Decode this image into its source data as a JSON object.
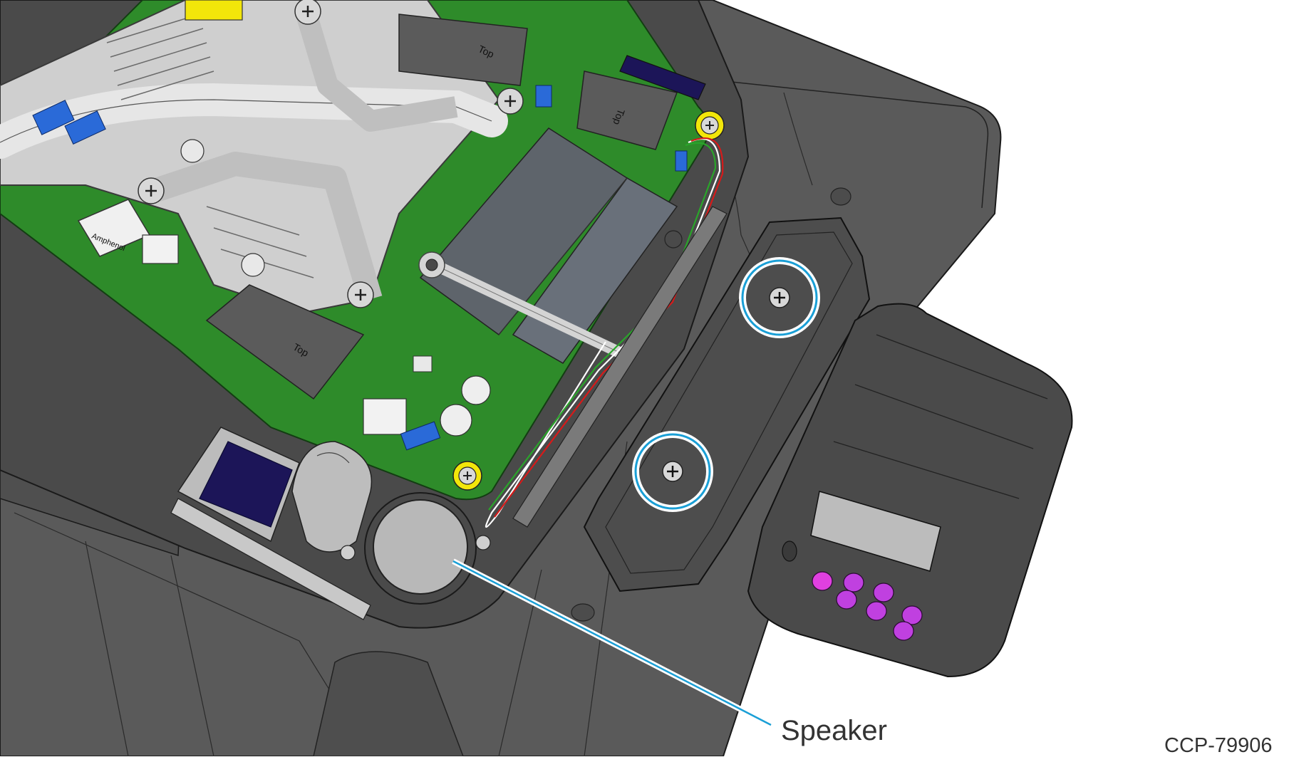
{
  "callouts": {
    "speaker": "Speaker"
  },
  "figure_id": "CCP-79906",
  "board_markings": {
    "module_top": "Top",
    "connector_brand": "Amphenol"
  },
  "colors": {
    "housing": "#5a5a5a",
    "housing_dark": "#4a4a4a",
    "pcb": "#2e8b2a",
    "heatsink": "#cfcfcf",
    "memory_module": "#5e646b",
    "callout_line": "#1a9fd6",
    "highlight_circle": "#1a9fd6",
    "ground_ring": "#f2e60a",
    "speaker_disc": "#b8b8b8",
    "keypad_buttons": "#c040e0",
    "connector_blue": "#2a6ad8",
    "ribbon": "#1c1558"
  },
  "highlighted_items": [
    "screw-upper",
    "screw-lower"
  ]
}
